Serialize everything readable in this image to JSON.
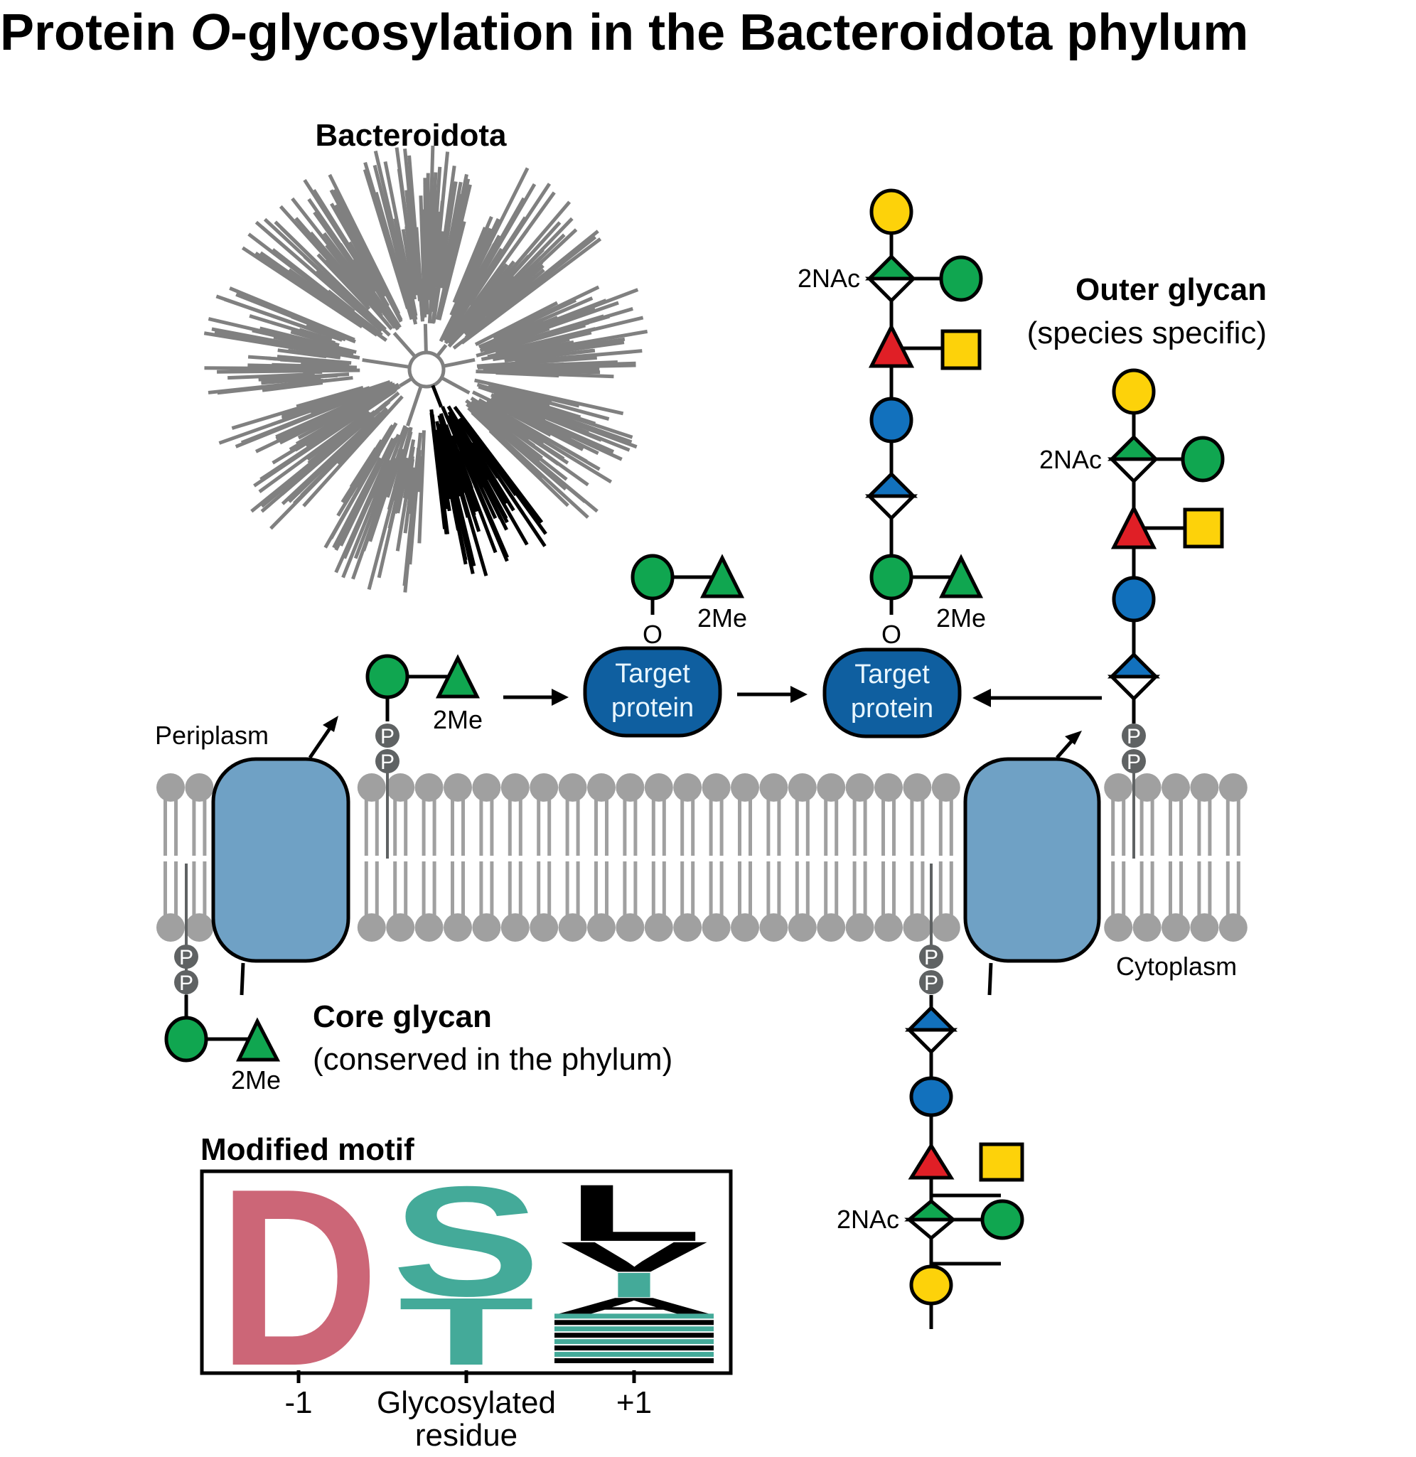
{
  "title": "Protein O-glycosylation in the Bacteroidota phylum",
  "title_parts": {
    "before": "Protein ",
    "italic": "O",
    "after": "-glycosylation in the Bacteroidota phylum"
  },
  "tree": {
    "label": "Bacteroidota",
    "highlight_color": "#000000",
    "branch_color": "#808080"
  },
  "compartments": {
    "periplasm": "Periplasm",
    "cytoplasm": "Cytoplasm"
  },
  "target_protein": {
    "line1": "Target",
    "line2": "protein",
    "color": "#0f5fa0"
  },
  "oxygen_label": "O",
  "phosphate_label": "P",
  "modifiers": {
    "methyl": "2Me",
    "nacetyl": "2NAc"
  },
  "core_glycan": {
    "heading": "Core glycan",
    "subheading": "(conserved in the phylum)"
  },
  "outer_glycan": {
    "heading": "Outer glycan",
    "subheading": "(species specific)"
  },
  "colors": {
    "green": "#10a650",
    "yellow": "#fdd20a",
    "blue": "#1271bd",
    "red": "#e01f26",
    "transporter": "#6fa1c5",
    "lipid": "#a0a0a0",
    "phosphate": "#5f6263"
  },
  "motif": {
    "heading": "Modified motif",
    "positions": [
      {
        "tick": "-1",
        "letters": [
          {
            "char": "D",
            "color": "#cc6677",
            "share": 1.0
          }
        ]
      },
      {
        "tick": "Glycosylated residue",
        "tick_lines": [
          "Glycosylated",
          "residue"
        ],
        "letters": [
          {
            "char": "S",
            "color": "#44aa99",
            "share": 0.62
          },
          {
            "char": "T",
            "color": "#44aa99",
            "share": 0.38
          }
        ]
      },
      {
        "tick": "+1",
        "letters": [
          {
            "char": "L",
            "color": "#000000",
            "share": 0.32
          },
          {
            "char": "V",
            "color": "#000000",
            "share": 0.17
          },
          {
            "char": "I",
            "color": "#44aa99",
            "share": 0.14
          },
          {
            "char": "A",
            "color": "#000000",
            "share": 0.09
          },
          {
            "char": "other",
            "color": "#44aa99",
            "share": 0.28
          }
        ]
      }
    ]
  }
}
